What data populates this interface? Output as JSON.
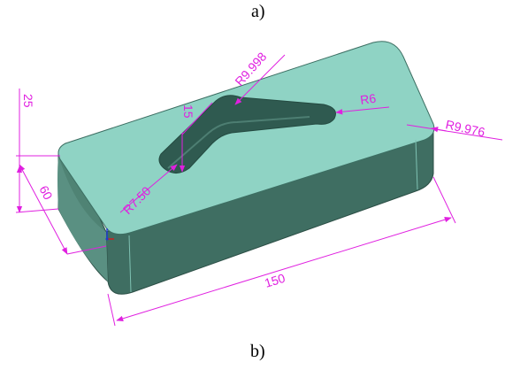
{
  "captions": {
    "top": "a)",
    "bottom": "b)"
  },
  "dimensions": {
    "length": "150",
    "width": "60",
    "height": "25",
    "slot_width": "15",
    "radius_slot_top": "R9.998",
    "radius_slot_end": "R6",
    "radius_corner": "R9.976",
    "radius_slot_bottom": "R7.50"
  },
  "colors": {
    "top_face": "#8fd3c4",
    "side_dark": "#3d6b60",
    "side_mid": "#4f8374",
    "pocket": "#2f5a50",
    "dimension": "#e020e0"
  }
}
